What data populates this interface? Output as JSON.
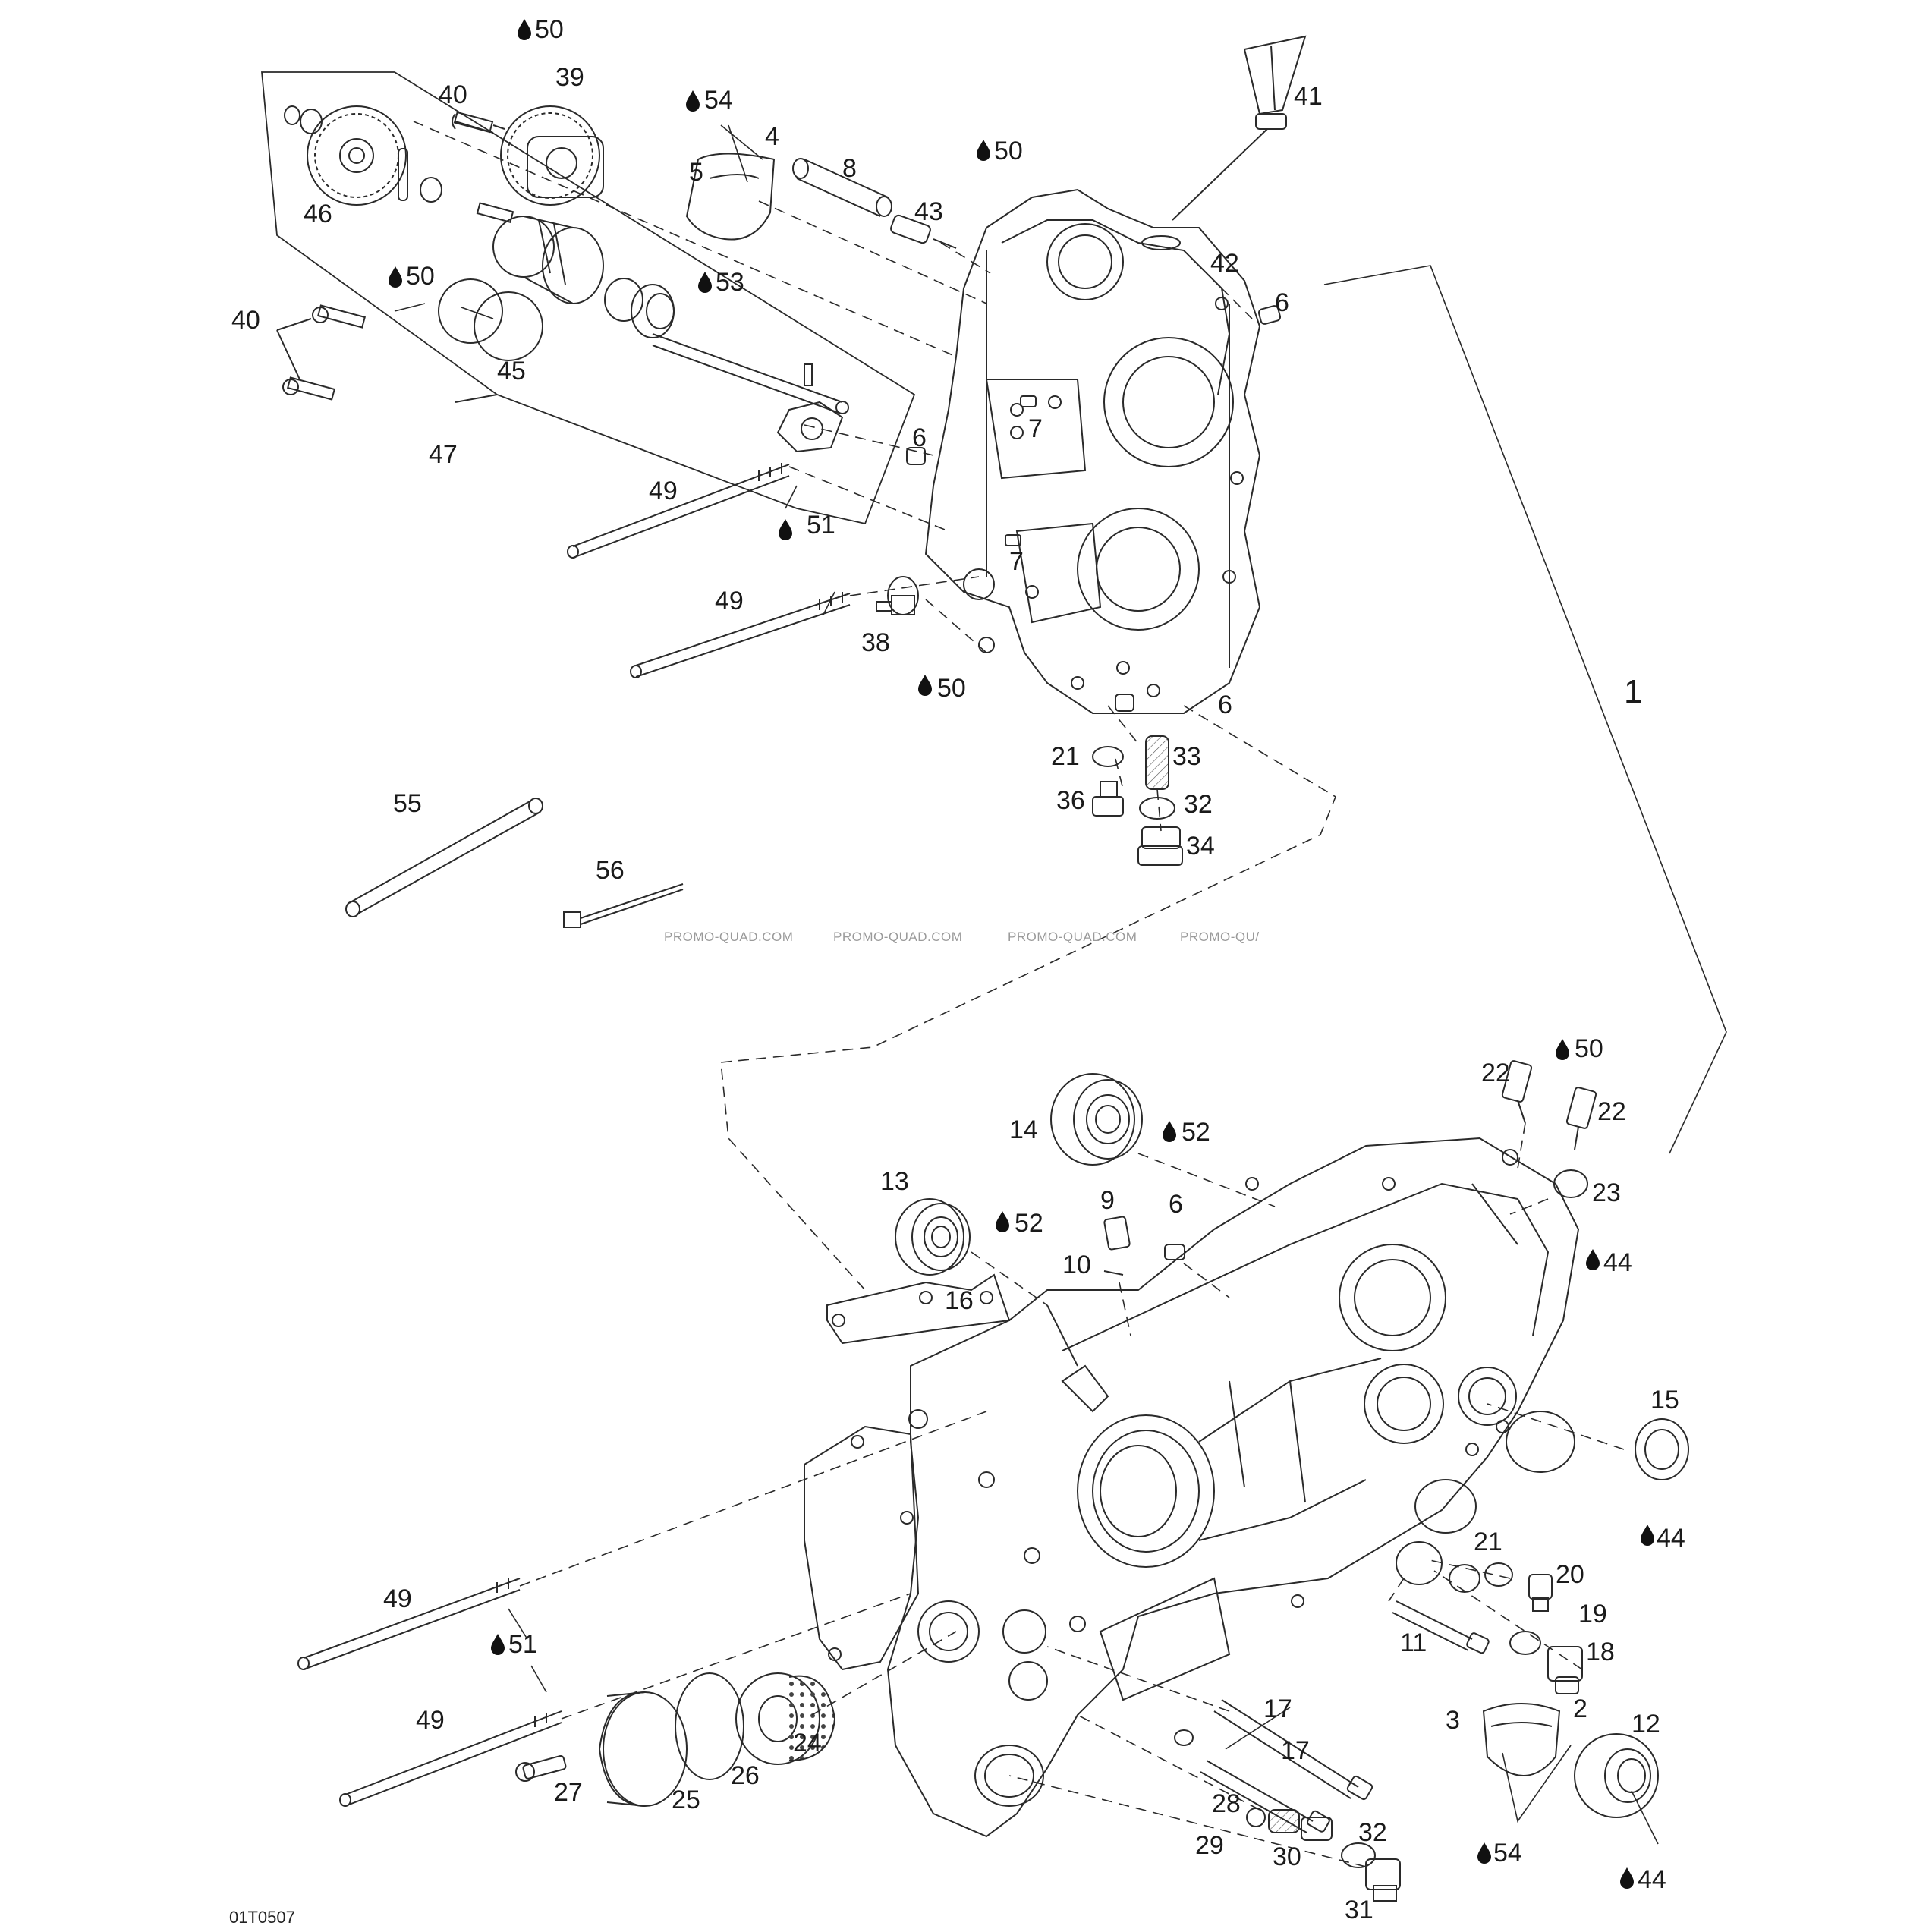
{
  "diagram_code": "01T0507",
  "watermark": [
    "PROMO-QUAD.COM",
    "PROMO-QUAD.COM",
    "PROMO-QUAD.COM",
    "PROMO-QU/"
  ],
  "labels": {
    "l50a": "50",
    "l40a": "40",
    "l39": "39",
    "l54a": "54",
    "l4a": "4",
    "l41": "41",
    "l8": "8",
    "l50b": "50",
    "l5": "5",
    "l43": "43",
    "l46": "46",
    "l42": "42",
    "l50c": "50",
    "l53": "53",
    "l40b": "40",
    "l6a": "6",
    "l45": "45",
    "l7a": "7",
    "l6b": "6",
    "l47": "47",
    "l49a": "49",
    "l51a": "51",
    "l7b": "7",
    "l49b": "49",
    "l38": "38",
    "l50d": "50",
    "l6c": "6",
    "l1": "1",
    "l21a": "21",
    "l33": "33",
    "l36": "36",
    "l32a": "32",
    "l34": "34",
    "l55": "55",
    "l56": "56",
    "l22a": "22",
    "l50e": "50",
    "l22b": "22",
    "l14": "14",
    "l52a": "52",
    "l13": "13",
    "l9": "9",
    "l6d": "6",
    "l23": "23",
    "l52b": "52",
    "l44a": "44",
    "l10": "10",
    "l16": "16",
    "l15": "15",
    "l44b": "44",
    "l21b": "21",
    "l20": "20",
    "l19": "19",
    "l11": "11",
    "l18": "18",
    "l49c": "49",
    "l51b": "51",
    "l17a": "17",
    "l3": "3",
    "l2": "2",
    "l12": "12",
    "l49d": "49",
    "l17b": "17",
    "l24": "24",
    "l26": "26",
    "l27": "27",
    "l25": "25",
    "l28": "28",
    "l32b": "32",
    "l29": "29",
    "l30": "30",
    "l54b": "54",
    "l44c": "44",
    "l31": "31"
  },
  "colors": {
    "line": "#2a2a2a",
    "drop": "#111111",
    "watermark": "#9a9a9a"
  }
}
